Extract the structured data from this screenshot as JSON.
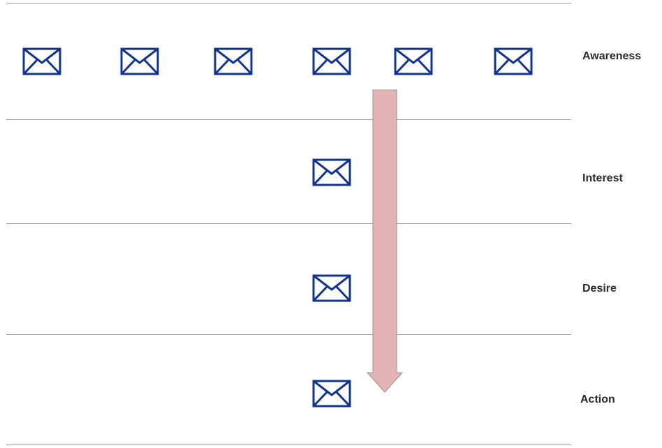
{
  "stages": [
    {
      "label": "Awareness",
      "envelope_count": 6
    },
    {
      "label": "Interest",
      "envelope_count": 1
    },
    {
      "label": "Desire",
      "envelope_count": 1
    },
    {
      "label": "Action",
      "envelope_count": 1
    }
  ],
  "icons": {
    "envelope": "mail-envelope-icon"
  },
  "colors": {
    "envelope_stroke": "#12348f",
    "arrow_fill": "#e2b4b4",
    "arrow_stroke": "#a08d8d",
    "divider": "#9a9a9a",
    "label_text": "#2b2b2b"
  }
}
